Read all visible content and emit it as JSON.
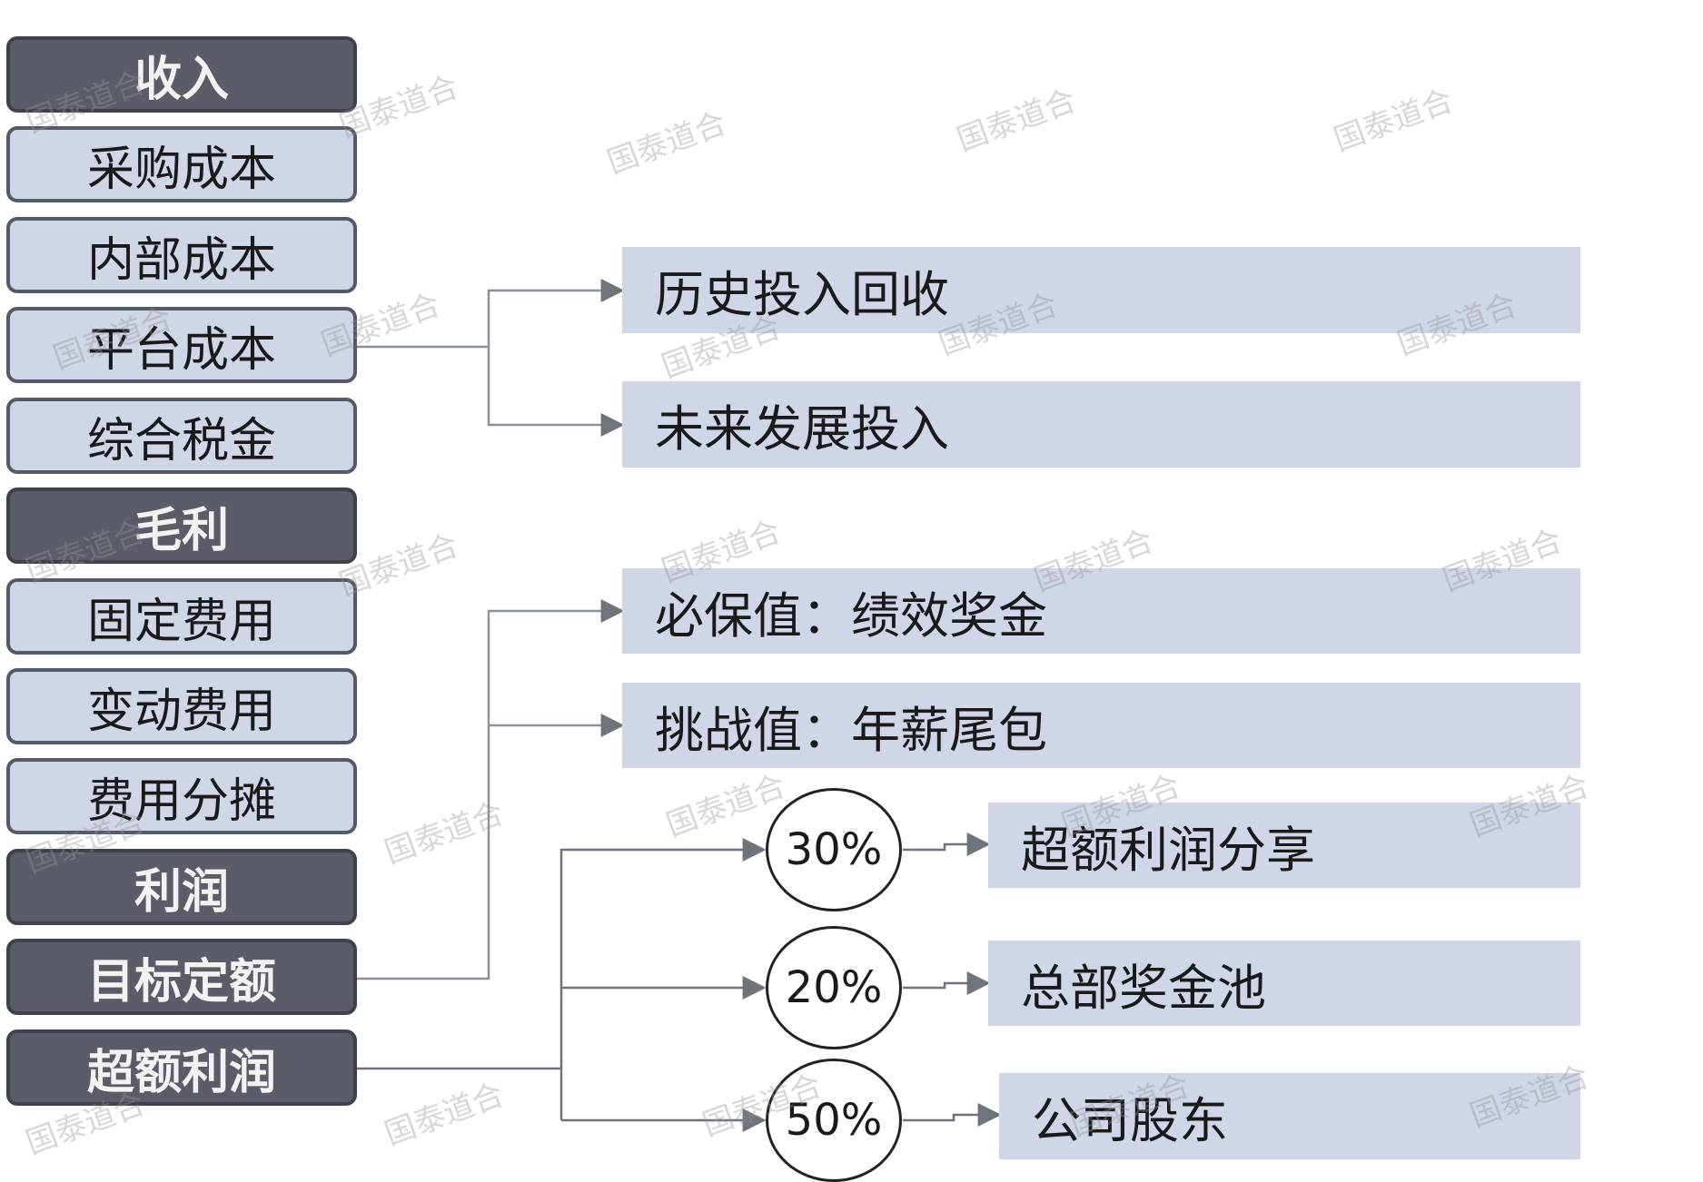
{
  "left_column": [
    {
      "label": "收入",
      "style": "dark"
    },
    {
      "label": "采购成本",
      "style": "light"
    },
    {
      "label": "内部成本",
      "style": "light"
    },
    {
      "label": "平台成本",
      "style": "light"
    },
    {
      "label": "综合税金",
      "style": "light"
    },
    {
      "label": "毛利",
      "style": "dark"
    },
    {
      "label": "固定费用",
      "style": "light"
    },
    {
      "label": "变动费用",
      "style": "light"
    },
    {
      "label": "费用分摊",
      "style": "light"
    },
    {
      "label": "利润",
      "style": "dark"
    },
    {
      "label": "目标定额",
      "style": "dark"
    },
    {
      "label": "超额利润",
      "style": "dark"
    }
  ],
  "platform_cost_branches": [
    "历史投入回收",
    "未来发展投入"
  ],
  "target_quota_branches": [
    "必保值：绩效奖金",
    "挑战值：年薪尾包"
  ],
  "excess_profit_split": [
    {
      "percent": "30%",
      "label": "超额利润分享"
    },
    {
      "percent": "20%",
      "label": "总部奖金池"
    },
    {
      "percent": "50%",
      "label": "公司股东"
    }
  ],
  "watermark": "国泰道合",
  "colors": {
    "dark_box": "#5a5d68",
    "light_box": "#d1d6e6",
    "right_box": "#d0d6e7",
    "connector": "#8a919c"
  }
}
